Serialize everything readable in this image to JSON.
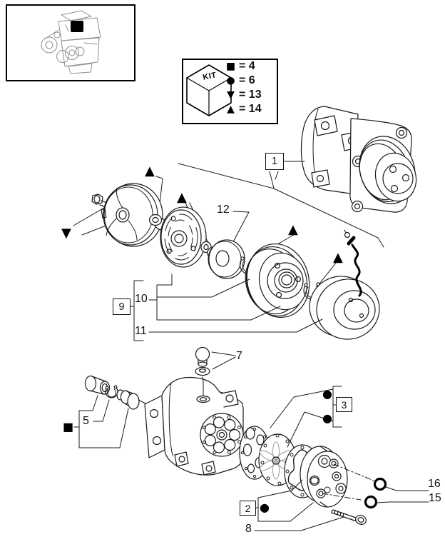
{
  "legend": {
    "kit_label": "KIT",
    "rows": [
      {
        "symbol": "■",
        "value": "= 4"
      },
      {
        "symbol": "●",
        "value": "= 6"
      },
      {
        "symbol": "▼",
        "value": "= 13"
      },
      {
        "symbol": "▲",
        "value": "= 14"
      }
    ]
  },
  "callouts": {
    "c1": "1",
    "c2": "2",
    "c3": "3",
    "c5": "5",
    "c7": "7",
    "c8": "8",
    "c9": "9",
    "c10": "10",
    "c11": "11",
    "c12": "12",
    "c15": "15",
    "c16": "16"
  },
  "markers": {
    "triangle_down": "▼",
    "triangle_up": "▲",
    "square": "■",
    "dot": "●"
  },
  "colors": {
    "line": "#1a1a1a",
    "light_line": "#8f8f8f",
    "background": "#ffffff",
    "highlight_block": "#000000"
  }
}
